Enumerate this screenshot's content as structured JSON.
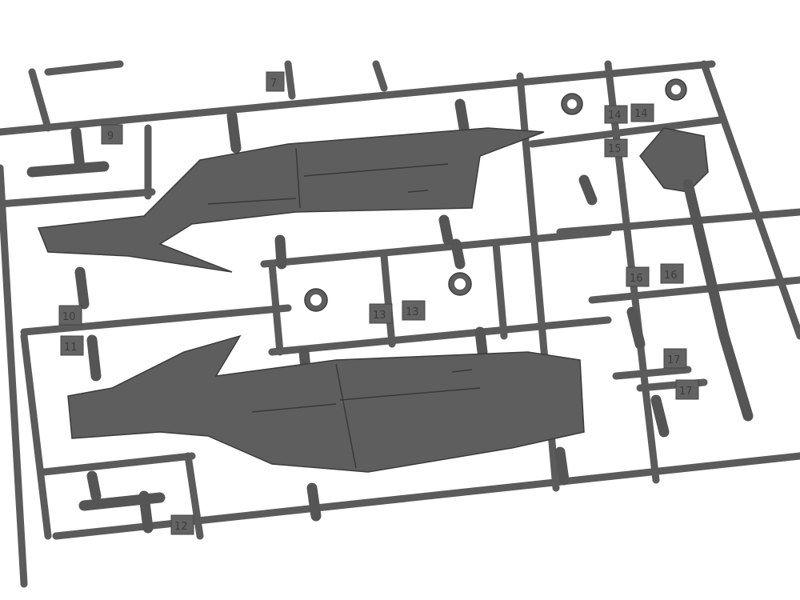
{
  "part_numbers": {
    "p7": "7",
    "p9": "9",
    "p10": "10",
    "p11": "11",
    "p12": "12",
    "p13a": "13",
    "p13b": "13",
    "p14a": "14",
    "p14b": "14",
    "p15": "15",
    "p16a": "16",
    "p16b": "16",
    "p17a": "17",
    "p17b": "17"
  },
  "colors": {
    "plastic": "#5e5e5e",
    "background": "#ffffff"
  }
}
